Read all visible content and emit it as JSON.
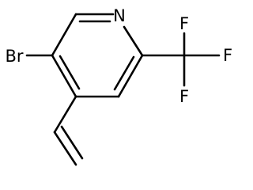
{
  "molecule": {
    "atoms": {
      "nitrogen": "N",
      "bromine": "Br",
      "fluorine_top": "F",
      "fluorine_right": "F",
      "fluorine_bottom": "F"
    },
    "colors": {
      "bond": "#000000",
      "label": "#000000",
      "background": "#ffffff"
    }
  }
}
